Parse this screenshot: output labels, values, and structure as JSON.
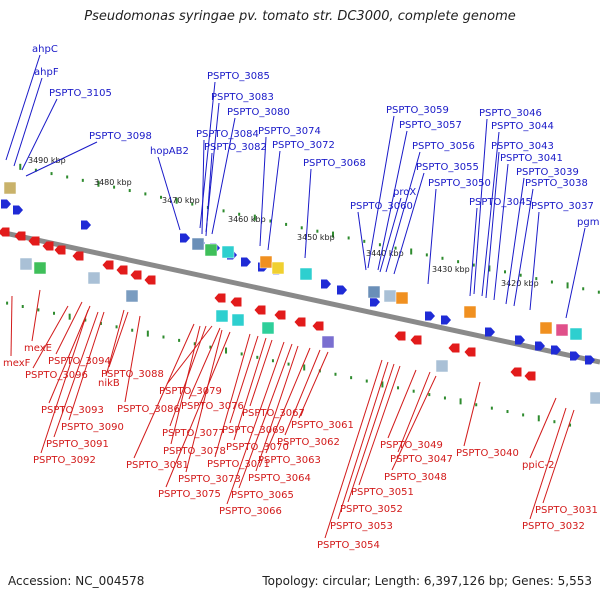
{
  "title": "Pseudomonas syringae pv. tomato str. DC3000, complete genome",
  "footer": {
    "accession": "Accession: NC_004578",
    "summary": "Topology: circular; Length: 6,397,126 bp; Genes: 5,553"
  },
  "colors": {
    "forward_gene": "#1f2bd6",
    "reverse_gene": "#e21b1b",
    "forward_label": "#1a1ac8",
    "reverse_label": "#d21a1a",
    "backbone": "#8a8a8a",
    "tick": "#2e8b2e"
  },
  "scale": {
    "kbp_ticks": [
      "3490 kbp",
      "3480 kbp",
      "3470 kbp",
      "3460 kbp",
      "3450 kbp",
      "3440 kbp",
      "3430 kbp",
      "3420 kbp"
    ]
  },
  "labels_forward": [
    "ahpC",
    "ahpF",
    "PSPTO_3105",
    "PSPTO_3098",
    "hopAB2",
    "PSPTO_3085",
    "PSPTO_3083",
    "PSPTO_3080",
    "PSPTO_3084",
    "PSPTO_3082",
    "PSPTO_3074",
    "PSPTO_3072",
    "PSPTO_3068",
    "PSPTO_3059",
    "PSPTO_3057",
    "PSPTO_3056",
    "PSPTO_3055",
    "proX",
    "PSPTO_3060",
    "PSPTO_3050",
    "PSPTO_3046",
    "PSPTO_3044",
    "PSPTO_3043",
    "PSPTO_3041",
    "PSPTO_3039",
    "PSPTO_3038",
    "PSPTO_3045",
    "PSPTO_3037",
    "pgm"
  ],
  "labels_reverse": [
    "mexE",
    "mexF",
    "PSPTO_3094",
    "PSPTO_3096",
    "nikB",
    "PSPTO_3088",
    "PSPTO_3093",
    "PSPTO_3086",
    "PSPTO_3090",
    "PSPTO_3091",
    "PSPTO_3092",
    "PSPTO_3079",
    "PSPTO_3076",
    "PSPTO_3077",
    "PSPTO_3078",
    "PSPTO_3081",
    "PSPTO_3075",
    "PSPTO_3073",
    "PSPTO_3071",
    "PSPTO_3069",
    "PSPTO_3070",
    "PSPTO_3067",
    "PSPTO_3061",
    "PSPTO_3062",
    "PSPTO_3063",
    "PSPTO_3064",
    "PSPTO_3065",
    "PSPTO_3066",
    "PSPTO_3049",
    "PSPTO_3047",
    "PSPTO_3048",
    "PSPTO_3051",
    "PSPTO_3052",
    "PSPTO_3053",
    "PSPTO_3054",
    "PSPTO_3040",
    "ppiC-2",
    "PSPTO_3031",
    "PSPTO_3032"
  ]
}
